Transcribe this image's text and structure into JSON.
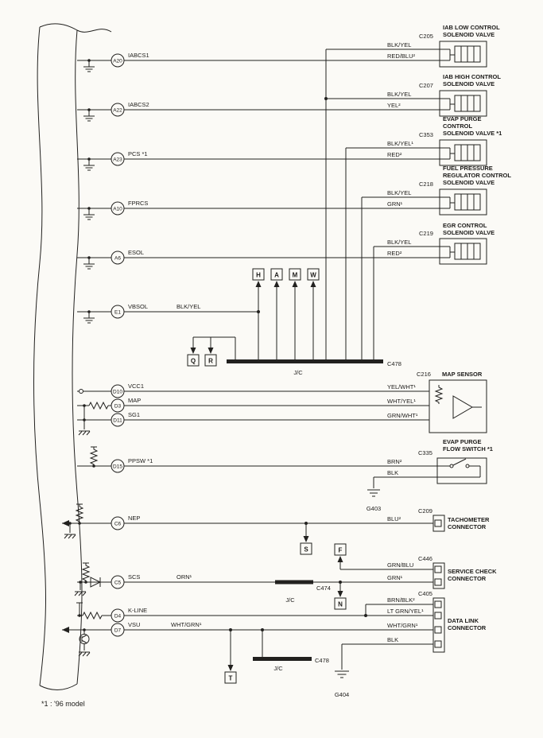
{
  "footnote": "*1 : '96 model",
  "pins": [
    {
      "id": "A20",
      "name": "IABCS1"
    },
    {
      "id": "A22",
      "name": "IABCS2"
    },
    {
      "id": "A23",
      "name": "PCS *1"
    },
    {
      "id": "A10",
      "name": "FPRCS"
    },
    {
      "id": "A6",
      "name": "ESOL"
    },
    {
      "id": "E1",
      "name": "VBSOL",
      "wire": "BLK/YEL"
    },
    {
      "id": "D10",
      "name": "VCC1"
    },
    {
      "id": "D3",
      "name": "MAP"
    },
    {
      "id": "D11",
      "name": "SG1"
    },
    {
      "id": "D15",
      "name": "PPSW *1"
    },
    {
      "id": "C6",
      "name": "NEP"
    },
    {
      "id": "C5",
      "name": "SCS",
      "wire": "ORN¹"
    },
    {
      "id": "D4",
      "name": "K-LINE"
    },
    {
      "id": "D7",
      "name": "VSU",
      "wire": "WHT/GRN¹"
    }
  ],
  "solenoids": [
    {
      "connector": "C205",
      "title": [
        "IAB LOW CONTROL",
        "SOLENOID VALVE"
      ],
      "wire1": "BLK/YEL",
      "wire2": "RED/BLU²"
    },
    {
      "connector": "C207",
      "title": [
        "IAB HIGH CONTROL",
        "SOLENOID VALVE"
      ],
      "wire1": "BLK/YEL",
      "wire2": "YEL²"
    },
    {
      "connector": "C353",
      "title": [
        "EVAP PURGE",
        "CONTROL",
        "SOLENOID VALVE *1"
      ],
      "wire1": "BLK/YEL¹",
      "wire2": "RED²"
    },
    {
      "connector": "C218",
      "title": [
        "FUEL PRESSURE",
        "REGULATOR CONTROL",
        "SOLENOID VALVE"
      ],
      "wire1": "BLK/YEL",
      "wire2": "GRN¹"
    },
    {
      "connector": "C219",
      "title": [
        "EGR CONTROL",
        "SOLENOID VALVE"
      ],
      "wire1": "BLK/YEL",
      "wire2": "RED²"
    }
  ],
  "map_sensor": {
    "connector": "C216",
    "title": "MAP SENSOR",
    "wire1": "YEL/WHT¹",
    "wire2": "WHT/YEL¹",
    "wire3": "GRN/WHT¹"
  },
  "flow_switch": {
    "connector": "C335",
    "title": [
      "EVAP PURGE",
      "FLOW SWITCH *1"
    ],
    "wire1": "BRN²",
    "wire2": "BLK",
    "ground": "G403"
  },
  "tachometer": {
    "connector": "C209",
    "title": [
      "TACHOMETER",
      "CONNECTOR"
    ],
    "wire1": "BLU²"
  },
  "service_check": {
    "connector": "C446",
    "title": [
      "SERVICE CHECK",
      "CONNECTOR"
    ],
    "wire1": "GRN/BLU",
    "wire2": "GRN¹"
  },
  "data_link": {
    "connector": "C405",
    "title": [
      "DATA LINK",
      "CONNECTOR"
    ],
    "wire1": "BRN/BLK²",
    "wire2": "LT GRN/YEL¹",
    "wire3": "WHT/GRN¹",
    "wire4": "BLK",
    "ground": "G404"
  },
  "junctions": {
    "jc1": {
      "label": "J/C",
      "connector": "C478"
    },
    "jc2": {
      "label": "J/C",
      "connector": "C474"
    },
    "jc3": {
      "label": "J/C",
      "connector": "C478"
    }
  },
  "refs": {
    "h": "H",
    "a": "A",
    "m": "M",
    "w": "W",
    "q": "Q",
    "r": "R",
    "s": "S",
    "f": "F",
    "n": "N",
    "t": "T"
  }
}
